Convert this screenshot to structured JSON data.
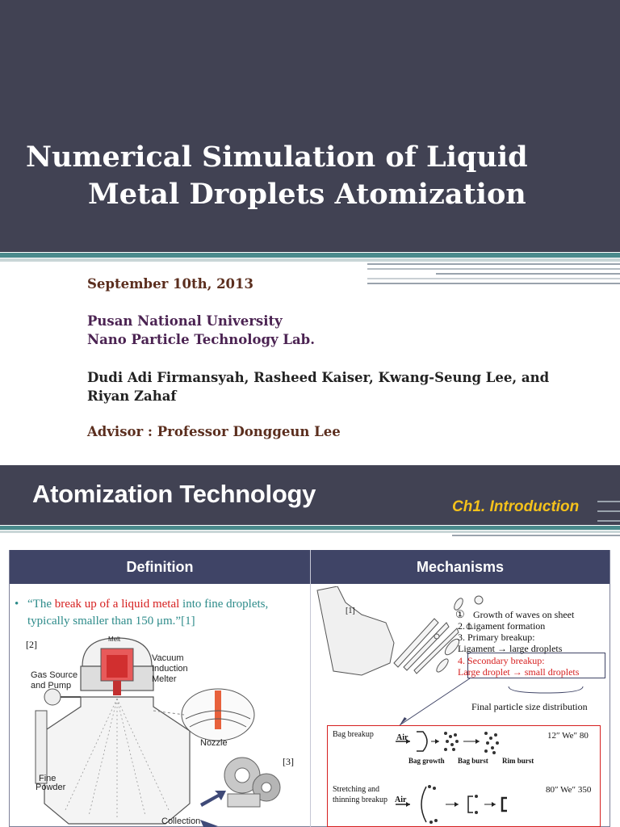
{
  "slide1": {
    "title_line1": "Numerical Simulation of Liquid",
    "title_line2": "Metal Droplets Atomization",
    "date": "September 10th, 2013",
    "university": "Pusan National University",
    "lab": "Nano Particle Technology Lab.",
    "authors_line1": "Dudi Adi Firmansyah, Rasheed Kaiser, Kwang-Seung Lee, and",
    "authors_line2": "Riyan Zahaf",
    "advisor": "Advisor : Professor Donggeun Lee",
    "colors": {
      "banner": "#414253",
      "accent": "#4a8a8c"
    }
  },
  "slide2": {
    "title": "Atomization Technology",
    "chapter": "Ch1. Introduction",
    "definition": {
      "heading": "Definition",
      "bullet": "•",
      "quote_open": "“The ",
      "quote_red": "break up of a liquid metal",
      "quote_rest": " into fine droplets,",
      "quote_line2": "typically smaller than 150 μm.”[1]",
      "ref2": "[2]",
      "ref3": "[3]",
      "labels": {
        "melt": "Melt",
        "vacuum": "Vacuum",
        "induction": "Induction",
        "melter": "Melter",
        "gas_source": "Gas Source",
        "and_pump": "and Pump",
        "nozzle": "Nozzle",
        "fine": "Fine",
        "powder": "Powder",
        "collection": "Collection"
      }
    },
    "mechanisms": {
      "heading": "Mechanisms",
      "ref1": "[1]",
      "steps": {
        "s1_num": "①",
        "s1": "Growth of waves on sheet",
        "s2": "2.  Ligament formation",
        "s3": "3.  Primary breakup:",
        "s3b": "Ligament → large droplets",
        "s4": "4.  Secondary breakup:",
        "s4b": "Large droplet → small droplets"
      },
      "final": "Final particle size distribution",
      "breakup": {
        "bag": "Bag breakup",
        "air": "Air",
        "bag_growth": "Bag growth",
        "bag_burst": "Bag burst",
        "rim_burst": "Rim burst",
        "we1": "12″ We″ 80",
        "stretch1": "Stretching and",
        "stretch2": "thinning breakup",
        "we2": "80″ We″ 350"
      }
    },
    "colors": {
      "header": "#414253",
      "table_head": "#3f4466",
      "highlight": "#d62020",
      "teal": "#2d8b8a",
      "chapter": "#f5c21b"
    }
  }
}
